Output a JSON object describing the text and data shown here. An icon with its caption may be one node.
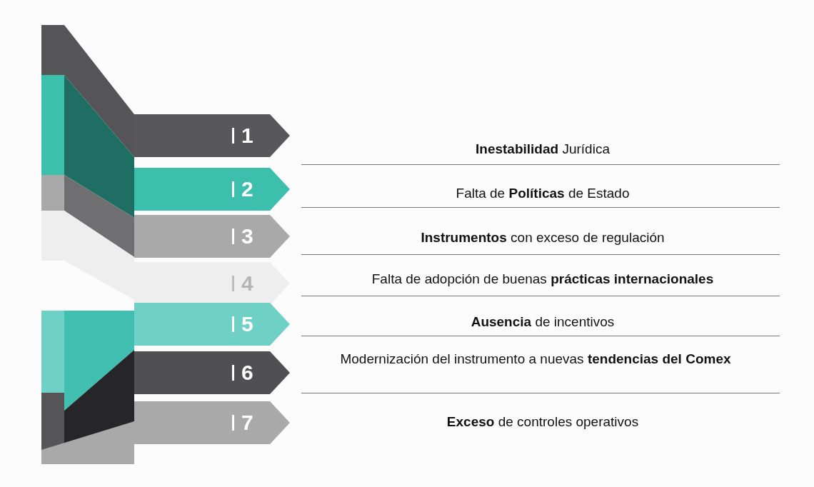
{
  "diagram": {
    "nodes": [
      {
        "text": [
          "1"
        ]
      },
      {
        "text": [
          "2"
        ]
      },
      {
        "text": [
          "3"
        ]
      },
      {
        "text": [
          "4"
        ]
      },
      {
        "text": [
          "5"
        ]
      },
      {
        "text": [
          "6"
        ]
      },
      {
        "text": [
          "7"
        ]
      }
    ],
    "labels": [
      "**Inestabilidad** Jurídica",
      "Falta de **Políticas** de Estado",
      "**Instrumentos** con exceso de regulación",
      "Falta de adopción de buenas **prácticas internacionales**",
      "**Ausencia** de incentivos",
      "Modernización del instrumento a nuevas **tendencias del Comex**",
      "**Exceso** de controles operativos"
    ]
  }
}
